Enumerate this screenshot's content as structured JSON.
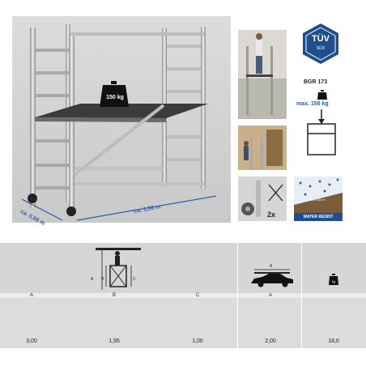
{
  "product": {
    "load_label": "150 kg",
    "dim_depth": "ca. 0,68 m",
    "dim_length": "ca. 1,56 m"
  },
  "side": {
    "tuv_line1": "TÜV",
    "tuv_line2": "SÜD",
    "bgr": "BGR 173",
    "max_load": "max. 150 kg",
    "mult": "2x",
    "water_dim": "ca. 1,41 x 0,50 m",
    "water_label": "WATER RESIST"
  },
  "table": {
    "diagram_labels": {
      "a": "A",
      "b": "B",
      "c": "C"
    },
    "car_label": "A",
    "weight_icon_text": "kg",
    "headers": [
      "A",
      "B",
      "C",
      "A"
    ],
    "values": [
      "3,00",
      "1,95",
      "1,00",
      "2,00",
      "18,0"
    ]
  },
  "colors": {
    "tuv_blue": "#1f4e8c",
    "dim_blue": "#2a5fa8",
    "band": "#d6d6d6"
  }
}
